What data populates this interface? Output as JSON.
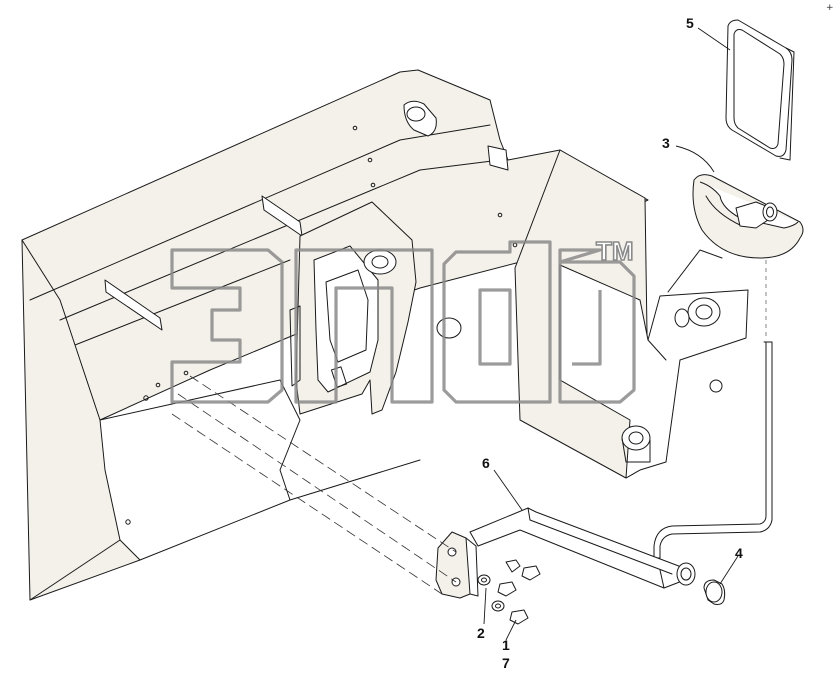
{
  "callouts": {
    "c1": "1",
    "c2": "2",
    "c3": "3",
    "c4": "4",
    "c5": "5",
    "c6": "6",
    "c7": "7"
  },
  "watermark": {
    "trademark": "TM"
  },
  "corner_mark": "+",
  "colors": {
    "line": "#1a1a1a",
    "part_fill": "#f3f1ea",
    "watermark": "#8a8a8a"
  }
}
